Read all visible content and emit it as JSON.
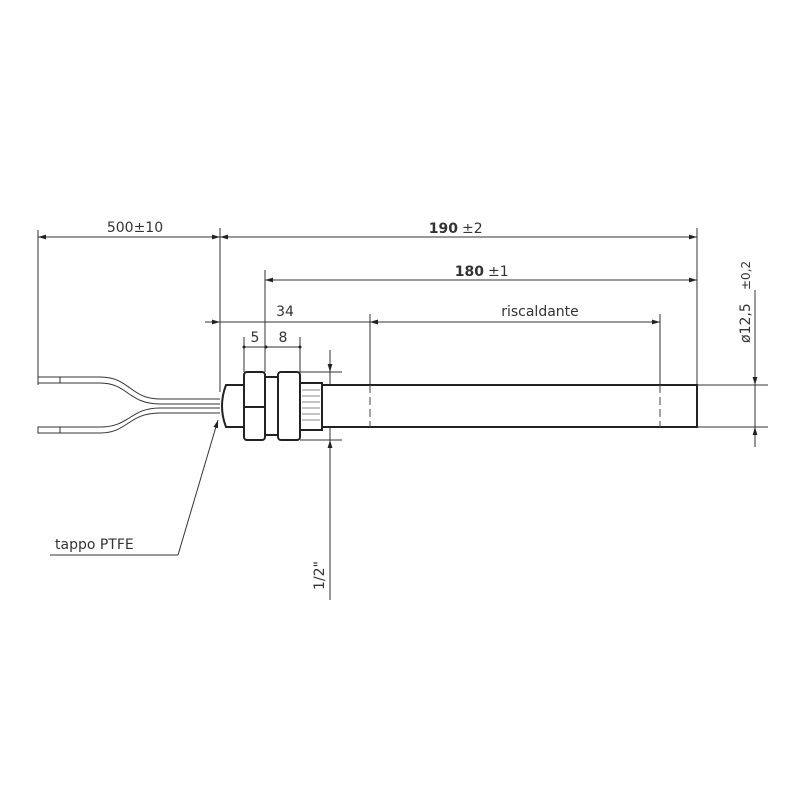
{
  "dimensions": {
    "cable_length": "500±10",
    "total_length_value": "190",
    "total_length_tol": "±2",
    "tube_length_value": "180",
    "tube_length_tol": "±1",
    "fitting_length": "34",
    "nut_width": "5",
    "nut2_width": "8",
    "heating_zone": "riscaldante",
    "diameter": "ø12,5",
    "diameter_tol": "±0,2",
    "thread": "1/2\""
  },
  "labels": {
    "plug": "tappo PTFE"
  },
  "colors": {
    "line": "#333333",
    "background": "#ffffff"
  }
}
